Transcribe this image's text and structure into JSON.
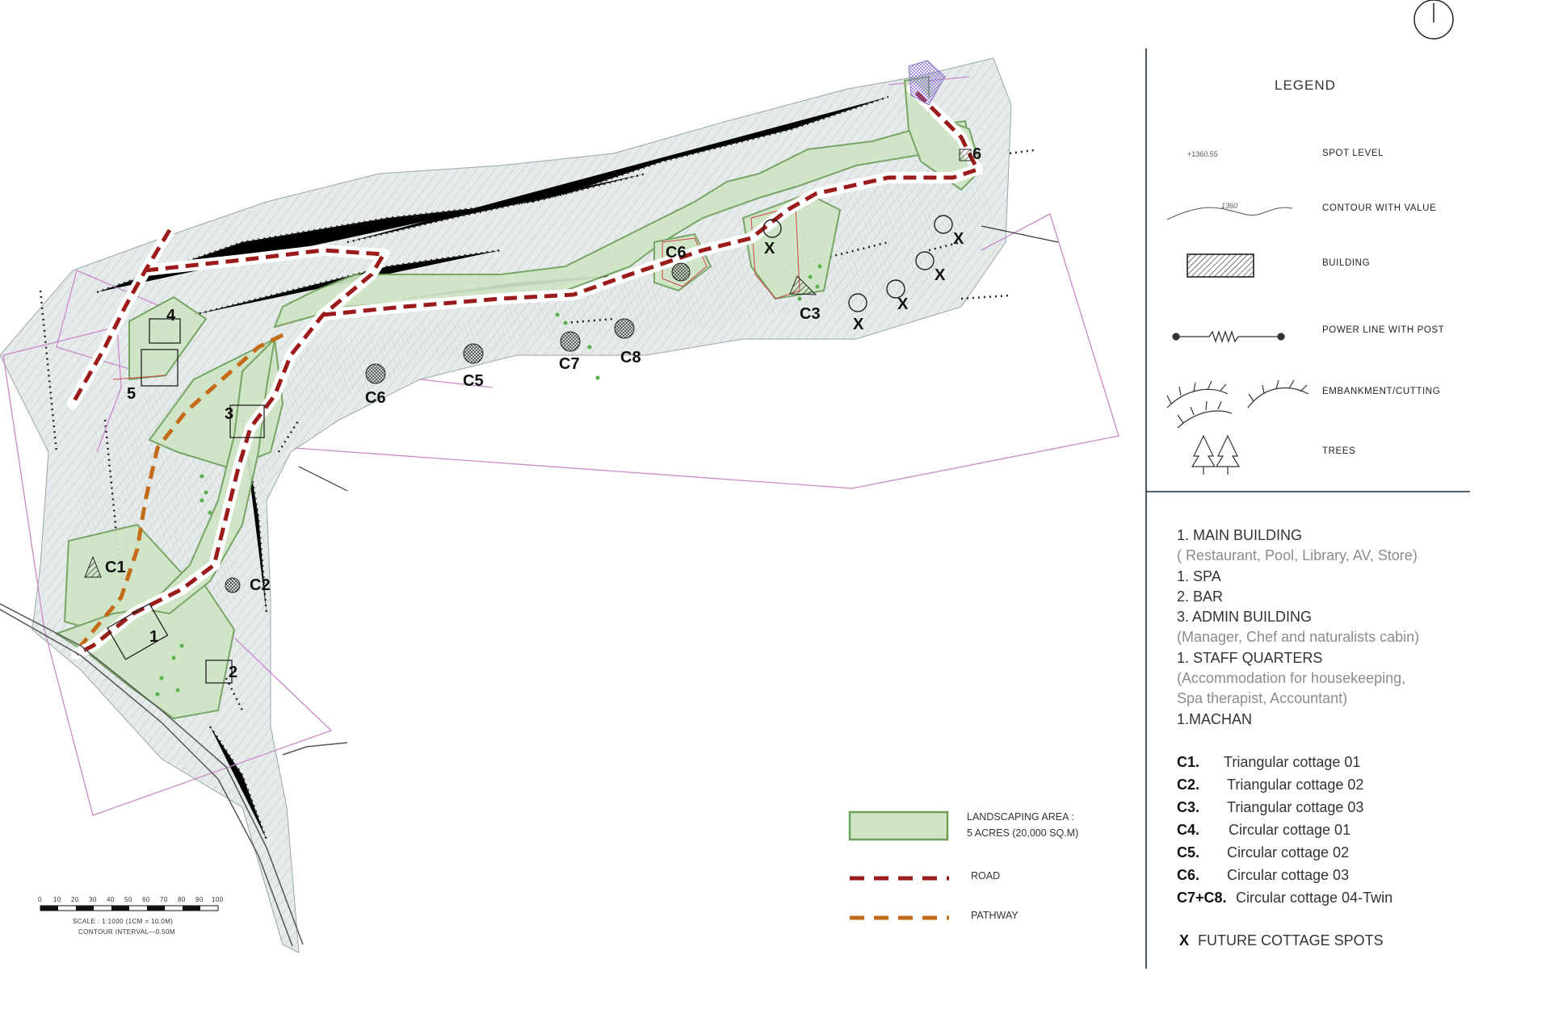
{
  "legend": {
    "title": "LEGEND",
    "symbols": [
      {
        "sample": "+1360.55",
        "label": "SPOT LEVEL"
      },
      {
        "sample": "1360",
        "label": "CONTOUR  WITH  VALUE"
      },
      {
        "label": "BUILDING"
      },
      {
        "label": "POWER  LINE  WITH  POST"
      },
      {
        "label": "EMBANKMENT/CUTTING"
      },
      {
        "label": "TREES"
      }
    ]
  },
  "buildings": [
    {
      "name": "1. MAIN BUILDING",
      "detail": "( Restaurant, Pool, Library, AV, Store)"
    },
    {
      "name": "1. SPA"
    },
    {
      "name": "2. BAR"
    },
    {
      "name": "3. ADMIN BUILDING",
      "detail": "(Manager, Chef and naturalists cabin)"
    },
    {
      "name": "1. STAFF QUARTERS",
      "detail": " (Accommodation for housekeeping,",
      "detail2": "Spa therapist, Accountant)"
    },
    {
      "name": "1.MACHAN"
    }
  ],
  "cottages": [
    {
      "code": "C1.",
      "label": "Triangular cottage 01"
    },
    {
      "code": "C2.",
      "label": "Triangular cottage 02"
    },
    {
      "code": "C3.",
      "label": "Triangular cottage 03"
    },
    {
      "code": "C4.",
      "label": "Circular cottage 01"
    },
    {
      "code": "C5.",
      "label": "Circular cottage 02"
    },
    {
      "code": "C6.",
      "label": "Circular cottage 03"
    },
    {
      "code": "C7+C8.",
      "label": "Circular cottage 04-Twin"
    }
  ],
  "future": {
    "code": "X",
    "label": "FUTURE COTTAGE SPOTS"
  },
  "map_key": {
    "landscaping_line1": "LANDSCAPING AREA :",
    "landscaping_line2": "5 ACRES (20,000 SQ.M)",
    "road": "ROAD",
    "pathway": "PATHWAY"
  },
  "scale": {
    "ticks": [
      "0",
      "10",
      "20",
      "30",
      "40",
      "50",
      "60",
      "70",
      "80",
      "90",
      "100"
    ],
    "note1": "SCALE  :  1:1000  (1CM  =  10.0M)",
    "note2": "CONTOUR  INTERVAL—0.50M"
  },
  "map_labels": {
    "b4": "4",
    "b5": "5",
    "b3": "3",
    "b1": "1",
    "b2": "2",
    "b6": "6",
    "c1": "C1",
    "c2": "C2",
    "c3": "C3",
    "c5": "C5",
    "c6a": "C6",
    "c6b": "C6",
    "c7": "C7",
    "c8": "C8",
    "x": "X"
  },
  "colors": {
    "landscape_fill": "#cfe5c6",
    "landscape_stroke": "#6fa05a",
    "road": "#9b1b1b",
    "pathway": "#c46b1a",
    "boundary": "#c98ac8",
    "contour": "#a9b4b6"
  }
}
